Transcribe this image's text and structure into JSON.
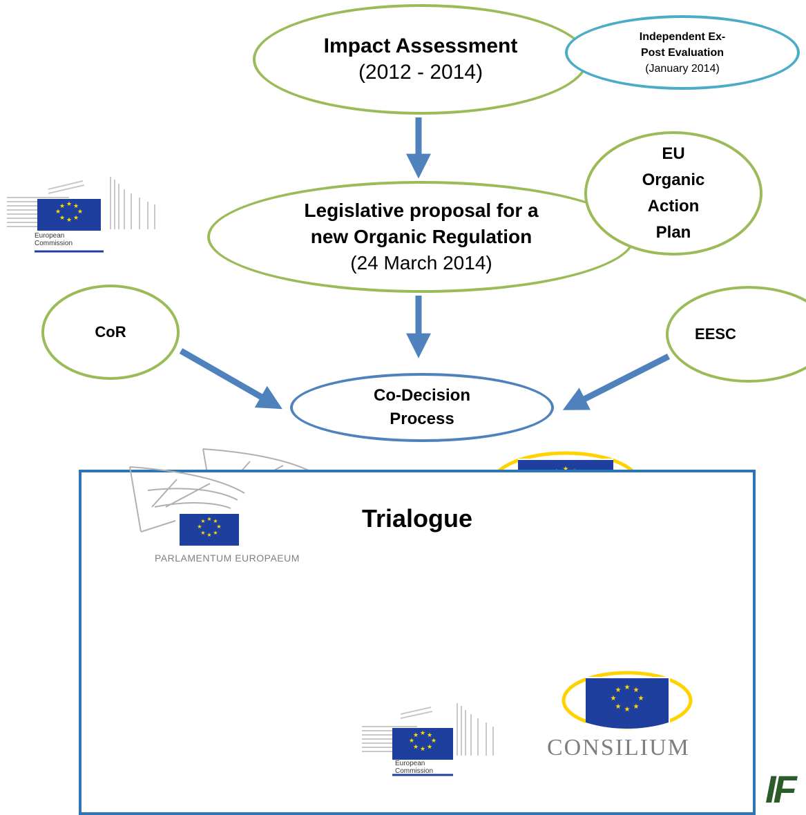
{
  "nodes": {
    "impact": {
      "title": "Impact Assessment",
      "subtitle": "(2012 -  2014)"
    },
    "evaluation": {
      "line1": "Independent Ex-",
      "line2": "Post Evaluation",
      "line3": "(January 2014)"
    },
    "proposal": {
      "line1": "Legislative proposal for a",
      "line2": "new Organic Regulation",
      "line3": "(24 March 2014)"
    },
    "action_plan": {
      "line1": "EU",
      "line2": "Organic",
      "line3": "Action",
      "line4": "Plan"
    },
    "cor": {
      "label": "CoR"
    },
    "eesc": {
      "label": "EESC"
    },
    "codecision": {
      "line1": "Co-Decision",
      "line2": "Process"
    }
  },
  "trialogue": {
    "title": "Trialogue"
  },
  "logos": {
    "ec": {
      "line1": "European",
      "line2": "Commission"
    },
    "ep": {
      "text": "PARLAMENTUM EUROPAEUM"
    },
    "consilium": {
      "text": "CONSILIUM"
    },
    "ifoam": {
      "text": "IF"
    }
  },
  "colors": {
    "green_border": "#9bbb59",
    "teal_border": "#4bacc6",
    "blue_border": "#4f81bd",
    "arrow": "#4f81bd",
    "trialogue_border": "#2e75b6",
    "eu_blue": "#1f3f9e",
    "eu_star": "#ffdd00"
  }
}
